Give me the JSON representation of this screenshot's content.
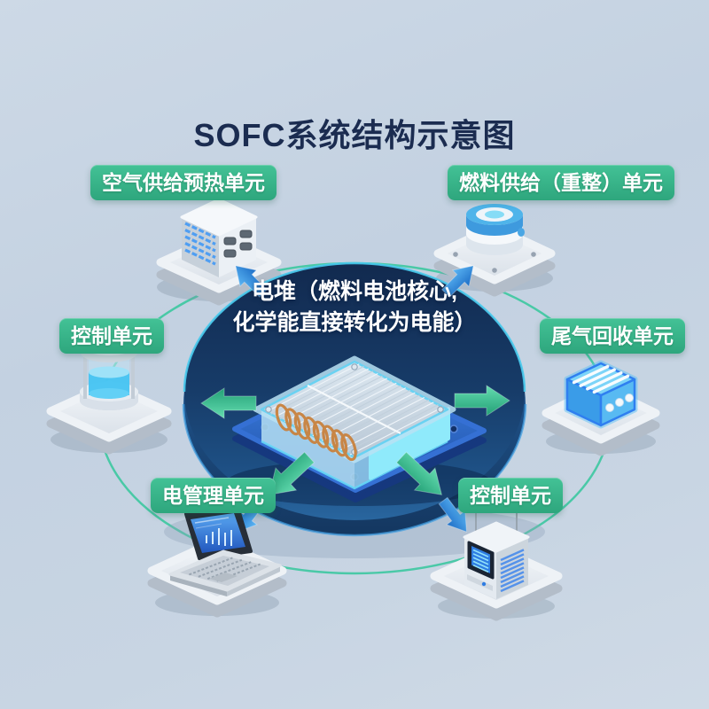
{
  "title": "SOFC系统结构示意图",
  "center_stack": {
    "caption_line1": "电堆（燃料电池核心,",
    "caption_line2": "化学能直接转化为电能）"
  },
  "units": {
    "air_supply": {
      "label": "空气供给预热单元"
    },
    "fuel_supply": {
      "label": "燃料供给（重整）单元"
    },
    "control_left": {
      "label": "控制单元"
    },
    "exhaust_recovery": {
      "label": "尾气回收单元"
    },
    "power_management": {
      "label": "电管理单元"
    },
    "control_right": {
      "label": "控制单元"
    }
  },
  "icons": {
    "center": "fuel-cell-stack-3d-icon",
    "air_supply": "preheater-box-icon",
    "fuel_supply": "reformer-cylinder-icon",
    "control_left": "liquid-tank-icon",
    "exhaust_recovery": "striped-box-icon",
    "power_management": "laptop-icon",
    "control_right": "control-computer-icon",
    "flow_arrows": [
      "arrow-up-left",
      "arrow-up-right",
      "arrow-left",
      "arrow-right",
      "arrow-down-left",
      "arrow-down-right",
      "arrow-to-laptop",
      "arrow-to-computer"
    ]
  },
  "colors": {
    "background": "#c8d5e3",
    "title_text": "#1b2c50",
    "label_pill": "#35b88c",
    "ring": "#3cc8a0",
    "disc": "#16335e",
    "arrow_green": "#3ec79a",
    "arrow_blue": "#2f8de4",
    "stack_glow": "#6fd8f6",
    "coil_copper": "#c9823e"
  }
}
